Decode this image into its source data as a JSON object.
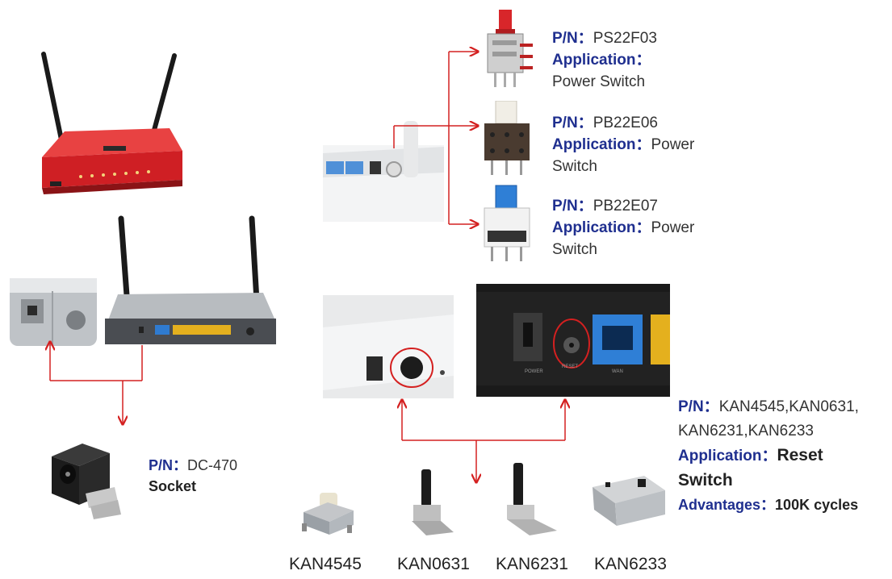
{
  "parts": {
    "ps22f03": {
      "pn_label": "P/N：",
      "pn": "PS22F03",
      "app_label": "Application：",
      "app": "Power Switch"
    },
    "pb22e06": {
      "pn_label": "P/N：",
      "pn": "PB22E06",
      "app_label": "Application：",
      "app_1": "Power",
      "app_2": "Switch"
    },
    "pb22e07": {
      "pn_label": "P/N：",
      "pn": "PB22E07",
      "app_label": "Application：",
      "app_1": "Power",
      "app_2": "Switch"
    },
    "dc470": {
      "pn_label": "P/N：",
      "pn": "DC-470",
      "app": "Socket"
    },
    "reset": {
      "pn_label": "P/N：",
      "pn_1": "KAN4545,KAN0631,",
      "pn_2": "KAN6231,KAN6233",
      "app_label": "Application：",
      "app_1": "Reset",
      "app_2": "Switch",
      "adv_label": "Advantages：",
      "adv": "100K cycles"
    }
  },
  "captions": [
    "KAN4545",
    "KAN0631",
    "KAN6231",
    "KAN6233"
  ],
  "router_panel_labels": {
    "power": "POWER",
    "reset": "RESET",
    "wan": "WAN"
  },
  "colors": {
    "label_blue": "#1f2f8f",
    "arrow_red": "#d42020",
    "router_red": "#d8262a"
  }
}
